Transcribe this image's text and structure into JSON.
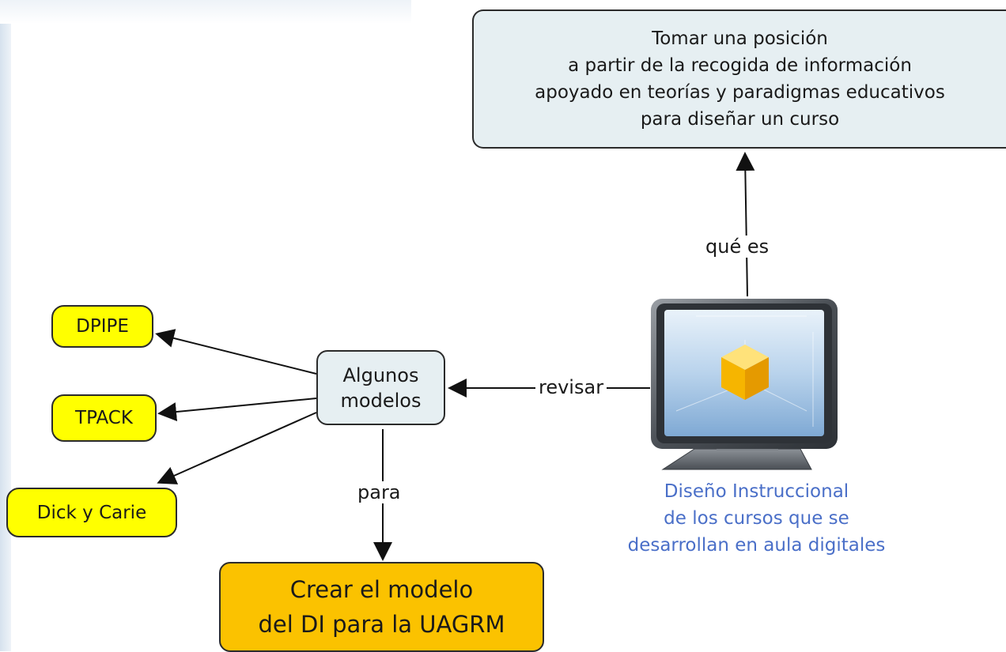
{
  "nodes": {
    "top_definition": "Tomar una posición\na partir de la recogida de información\napoyado en teorías y paradigmas educativos\npara diseñar un curso",
    "algunos_modelos": "Algunos\nmodelos",
    "dpipe": "DPIPE",
    "tpack": "TPACK",
    "dick_carie": "Dick y Carie",
    "crear_modelo": "Crear el modelo\ndel DI para la UAGRM",
    "diseno_instruccional": "Diseño Instruccional\nde los cursos que se\ndesarrollan en aula digitales"
  },
  "links": {
    "que_es": "qué es",
    "revisar": "revisar",
    "para": "para"
  },
  "colors": {
    "concept_blue": "#e6eff2",
    "concept_yellow": "#ffff00",
    "concept_orange": "#fbc200",
    "label_blue": "#4a6fc8",
    "line": "#111111"
  },
  "icons": {
    "computer": "monitor-with-cube-icon"
  }
}
